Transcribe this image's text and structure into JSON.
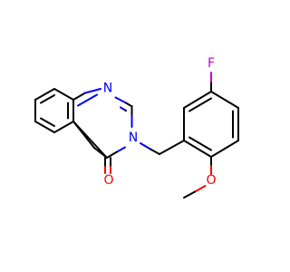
{
  "molecule": {
    "atoms": [
      {
        "id": "n1",
        "symbol": "N",
        "color": "#0000ff"
      },
      {
        "id": "n3",
        "symbol": "N",
        "color": "#0000ff"
      },
      {
        "id": "o_carbonyl",
        "symbol": "O",
        "color": "#ff0000"
      },
      {
        "id": "f",
        "symbol": "F",
        "color": "#cc00cc"
      },
      {
        "id": "o_ether",
        "symbol": "O",
        "color": "#ff0000"
      }
    ]
  }
}
